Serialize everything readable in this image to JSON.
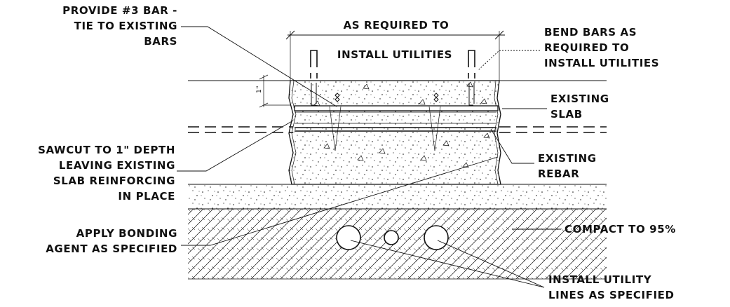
{
  "labels": {
    "provide_bar": [
      "PROVIDE #3 BAR -",
      "TIE TO EXISTING",
      "BARS"
    ],
    "as_required": [
      "AS REQUIRED TO",
      "INSTALL UTILITIES"
    ],
    "bend_bars": [
      "BEND BARS AS",
      "REQUIRED TO",
      "INSTALL UTILITIES"
    ],
    "existing_slab": [
      "EXISTING",
      "SLAB"
    ],
    "sawcut": [
      "SAWCUT TO 1\" DEPTH",
      "LEAVING EXISTING",
      "SLAB REINFORCING",
      "IN PLACE"
    ],
    "existing_rebar": [
      "EXISTING",
      "REBAR"
    ],
    "bonding_agent": [
      "APPLY BONDING",
      "AGENT AS SPECIFIED"
    ],
    "compact": "COMPACT TO 95%",
    "install_utility": [
      "INSTALL UTILITY",
      "LINES AS SPECIFIED"
    ],
    "dim_one_inch": "1\""
  }
}
